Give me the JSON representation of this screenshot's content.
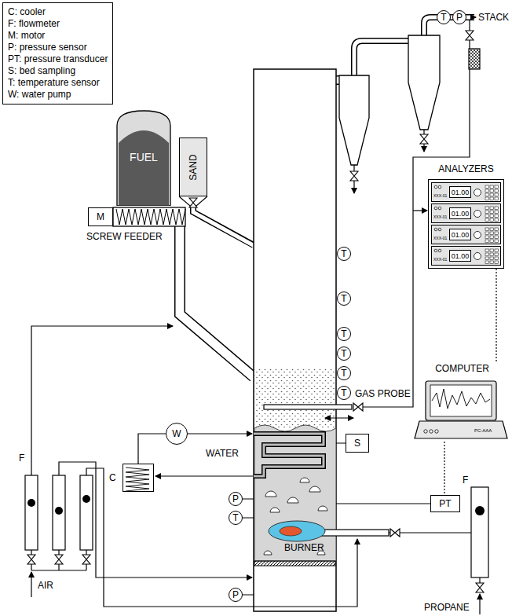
{
  "diagram": {
    "nodes": [
      {
        "text": [
          "FUEL"
        ]
      },
      {
        "text": [
          "M"
        ]
      },
      {
        "text": [
          "SAND"
        ]
      },
      {
        "text": [
          "T"
        ]
      },
      {
        "text": [
          "P"
        ]
      },
      {
        "text": [
          "ANALYZERS"
        ]
      },
      {
        "text": [
          "XXX-01",
          "01.00"
        ],
        "in": 5
      },
      {
        "text": [
          "XXX-01",
          "01.00"
        ],
        "in": 5
      },
      {
        "text": [
          "XXX-01",
          "01.00"
        ],
        "in": 5
      },
      {
        "text": [
          "XXX-01",
          "01.00"
        ],
        "in": 5
      },
      {
        "text": [
          "COMPUTER",
          "PC-AAA"
        ]
      },
      {
        "text": [
          "T"
        ]
      },
      {
        "text": [
          "T"
        ]
      },
      {
        "text": [
          "T"
        ]
      },
      {
        "text": [
          "T"
        ]
      },
      {
        "text": [
          "T"
        ]
      },
      {
        "text": [
          "T"
        ]
      },
      {
        "text": [
          "W"
        ]
      },
      {
        "text": [
          "S"
        ]
      },
      {
        "text": [
          "C"
        ]
      },
      {
        "text": [
          "P"
        ]
      },
      {
        "text": [
          "T"
        ]
      },
      {
        "text": [
          "PT"
        ]
      },
      {
        "text": [
          "P"
        ]
      }
    ],
    "edges": [
      {
        "from": 5,
        "to": 10,
        "arrow": "none"
      },
      {
        "from": 10,
        "to": 22,
        "arrow": "none"
      },
      {
        "from": 17,
        "to": 19,
        "arrow": "none"
      }
    ],
    "labels": [
      "STACK",
      "SCREW FEEDER",
      "GAS PROBE",
      "WATER",
      "BURNER",
      "F",
      "AIR",
      "F",
      "PROPANE"
    ],
    "legend": [
      {
        "text": "C: cooler"
      },
      {
        "text": "F: flowmeter"
      },
      {
        "text": "M: motor"
      },
      {
        "text": "P: pressure sensor"
      },
      {
        "text": "PT: pressure transducer"
      },
      {
        "text": "S: bed sampling"
      },
      {
        "text": "T: temperature sensor"
      },
      {
        "text": "W: water pump"
      }
    ]
  }
}
